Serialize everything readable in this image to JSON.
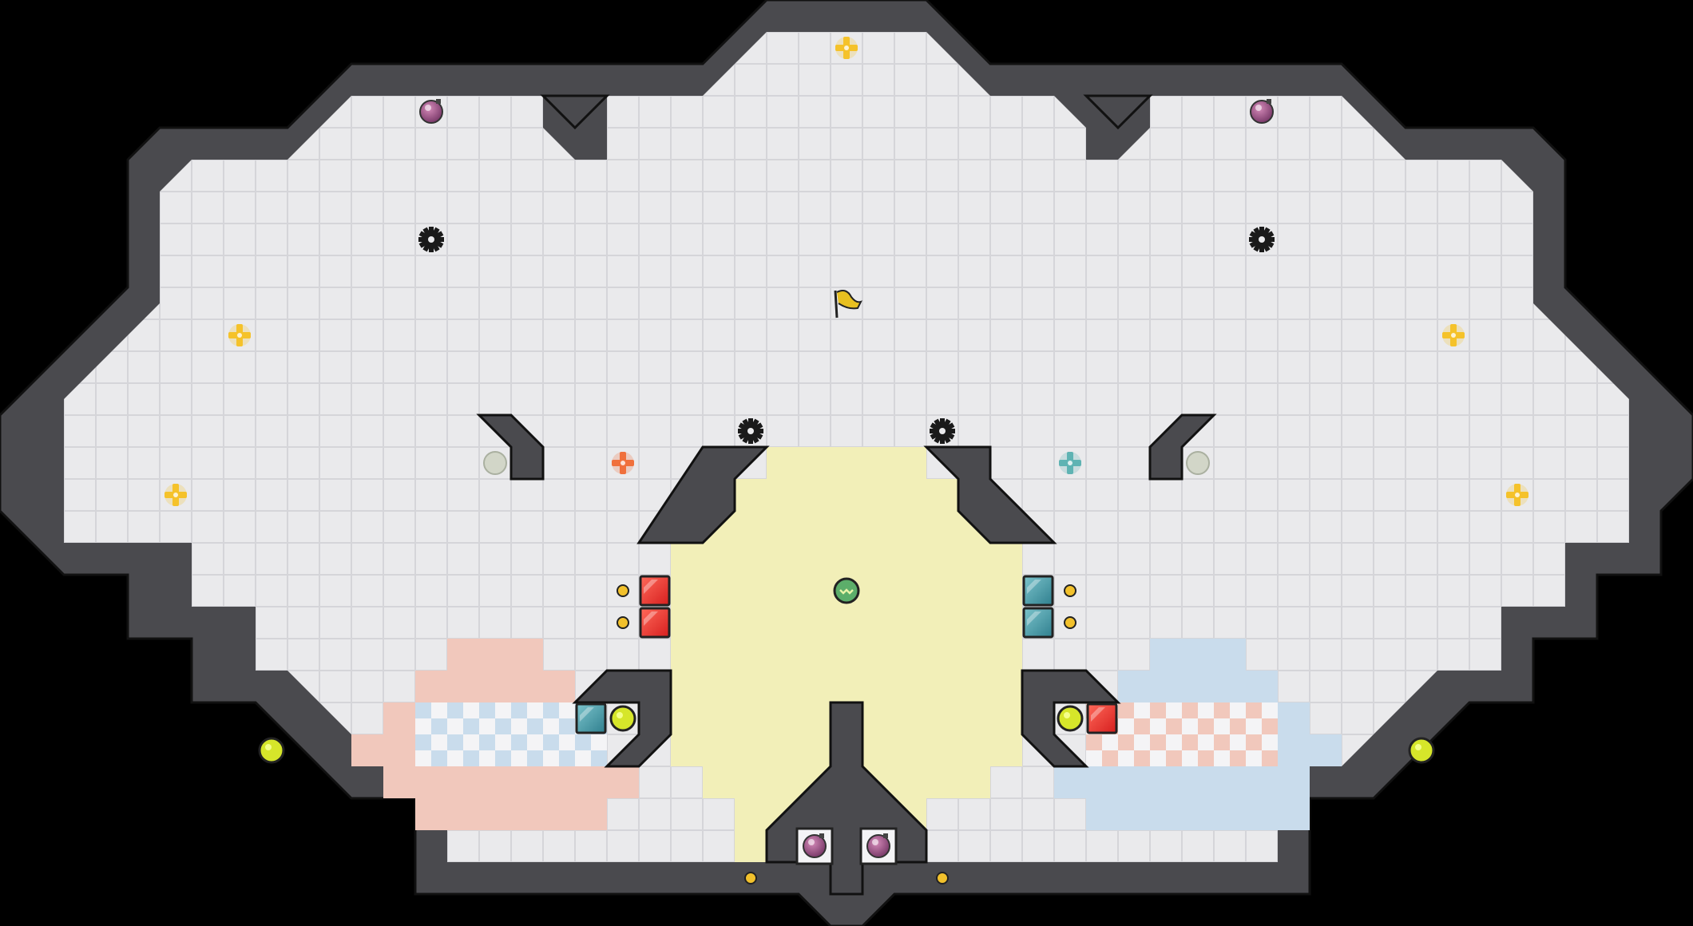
{
  "game": {
    "board": "hex-arena-map",
    "palette": {
      "background": "#000000",
      "floor": "#eaeaec",
      "grid_line": "#d4d4d8",
      "wall": "#4a4a4e",
      "wall_edge": "#111111",
      "yellow_zone": "#f2efb8",
      "red_zone": "#f1c8bc",
      "blue_zone": "#c9dcec",
      "red_block": "#e8302a",
      "teal_block": "#4a9aa8",
      "plus_yellow": "#f5c22a",
      "plus_orange": "#f0703c",
      "plus_teal": "#5fb3b3",
      "bomb": "#8a4a7a",
      "lime_token": "#d6e62a",
      "coin": "#f2c12c",
      "gray_token": "#d2d6c8"
    },
    "entities": [
      {
        "kind": "flag",
        "icon": "flag-icon",
        "color": "#e8c020"
      },
      {
        "kind": "plus",
        "icon": "plus-icon",
        "color": "#f5c22a"
      },
      {
        "kind": "bomb",
        "icon": "bomb-icon",
        "color": "#8a4a7a"
      },
      {
        "kind": "gear",
        "icon": "gear-icon",
        "color": "#1a1a1a"
      },
      {
        "kind": "red-block",
        "icon": "block-icon",
        "color": "#e8302a"
      },
      {
        "kind": "teal-block",
        "icon": "block-icon",
        "color": "#4a9aa8"
      },
      {
        "kind": "lime-token",
        "icon": "lime-token-icon",
        "color": "#d6e62a"
      },
      {
        "kind": "coin",
        "icon": "coin-icon",
        "color": "#f2c12c"
      },
      {
        "kind": "gray-token",
        "icon": "gray-token-icon",
        "color": "#d2d6c8"
      },
      {
        "kind": "center-token",
        "icon": "center-token-icon",
        "color": "#5cae6a"
      }
    ]
  }
}
